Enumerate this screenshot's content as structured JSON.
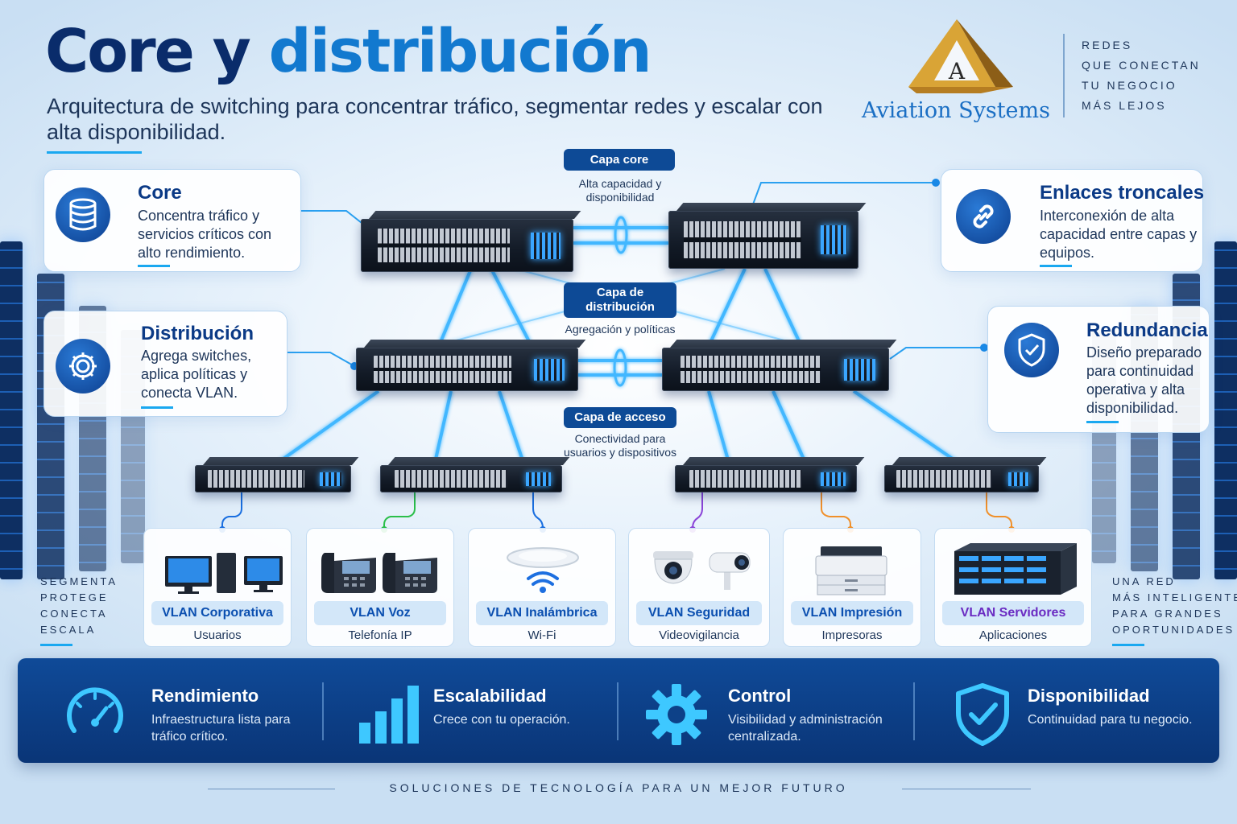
{
  "header": {
    "title_part1": "Core y ",
    "title_part2": "distribución",
    "subtitle": "Arquitectura de switching para concentrar tráfico, segmentar redes y escalar con alta disponibilidad."
  },
  "brand": {
    "logo_letter": "A",
    "name": "Aviation Systems",
    "tagline": [
      "REDES",
      "QUE CONECTAN",
      "TU NEGOCIO",
      "MÁS LEJOS"
    ]
  },
  "cards": {
    "core": {
      "title": "Core",
      "desc": "Concentra tráfico y servicios críticos con alto rendimiento.",
      "icon": "database-icon"
    },
    "distribution": {
      "title": "Distribución",
      "desc": "Agrega switches, aplica políticas y conecta VLAN.",
      "icon": "gear-icon"
    },
    "trunks": {
      "title": "Enlaces troncales",
      "desc": "Interconexión de alta capacidad entre capas y equipos.",
      "icon": "link-icon"
    },
    "redundancy": {
      "title": "Redundancia",
      "desc": "Diseño preparado para continuidad operativa y alta disponibilidad.",
      "icon": "shield-check-icon"
    }
  },
  "layers": {
    "core": {
      "label": "Capa core",
      "desc": "Alta capacidad y disponibilidad"
    },
    "distribution": {
      "label": "Capa de distribución",
      "desc": "Agregación y políticas"
    },
    "access": {
      "label": "Capa de acceso",
      "desc": "Conectividad para usuarios y dispositivos"
    }
  },
  "vlans": [
    {
      "name": "VLAN Corporativa",
      "sub": "Usuarios",
      "color": "#0b4fb0",
      "icon": "desktop-computers-icon"
    },
    {
      "name": "VLAN Voz",
      "sub": "Telefonía IP",
      "color": "#0b4fb0",
      "icon": "ip-phone-icon"
    },
    {
      "name": "VLAN Inalámbrica",
      "sub": "Wi-Fi",
      "color": "#0b4fb0",
      "icon": "wifi-access-point-icon"
    },
    {
      "name": "VLAN Seguridad",
      "sub": "Videovigilancia",
      "color": "#6a2bc2",
      "icon": "security-camera-icon"
    },
    {
      "name": "VLAN Impresión",
      "sub": "Impresoras",
      "color": "#0b4fb0",
      "icon": "printer-icon"
    },
    {
      "name": "VLAN Servidores",
      "sub": "Aplicaciones",
      "color": "#6a2bc2",
      "icon": "server-icon"
    }
  ],
  "side_left": [
    "SEGMENTA",
    "PROTEGE",
    "CONECTA",
    "ESCALA"
  ],
  "side_right": [
    "UNA RED",
    "MÁS INTELIGENTE",
    "PARA GRANDES",
    "OPORTUNIDADES"
  ],
  "features": [
    {
      "title": "Rendimiento",
      "desc": "Infraestructura lista para tráfico crítico.",
      "icon": "speedometer-icon"
    },
    {
      "title": "Escalabilidad",
      "desc": "Crece con tu operación.",
      "icon": "bar-chart-icon"
    },
    {
      "title": "Control",
      "desc": "Visibilidad y administración centralizada.",
      "icon": "gear-icon"
    },
    {
      "title": "Disponibilidad",
      "desc": "Continuidad para tu negocio.",
      "icon": "shield-check-icon"
    }
  ],
  "footer": "SOLUCIONES DE TECNOLOGÍA PARA UN MEJOR FUTURO",
  "colors": {
    "navy": "#0a2c6b",
    "accent": "#1279cf",
    "link": "#37b4ff",
    "band": "#0f4a98"
  }
}
